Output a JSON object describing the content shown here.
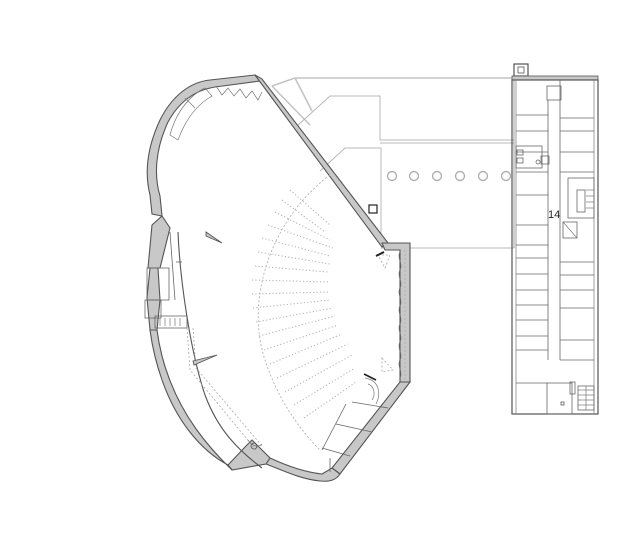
{
  "drawing": {
    "type": "architectural floor plan",
    "background": "#ffffff",
    "wall_fill": "#c8c8c8",
    "wall_stroke": "#555555",
    "annotation_stroke": "#b8b8b8"
  },
  "labels": {
    "wing_number": "14"
  },
  "elements": {
    "auditorium": {
      "seating_rows": 18,
      "shape": "fan"
    },
    "courtyard": {
      "columns": 6
    },
    "office_wing": {
      "rooms_west": 14,
      "rooms_east": 10,
      "stairs": 2
    }
  }
}
